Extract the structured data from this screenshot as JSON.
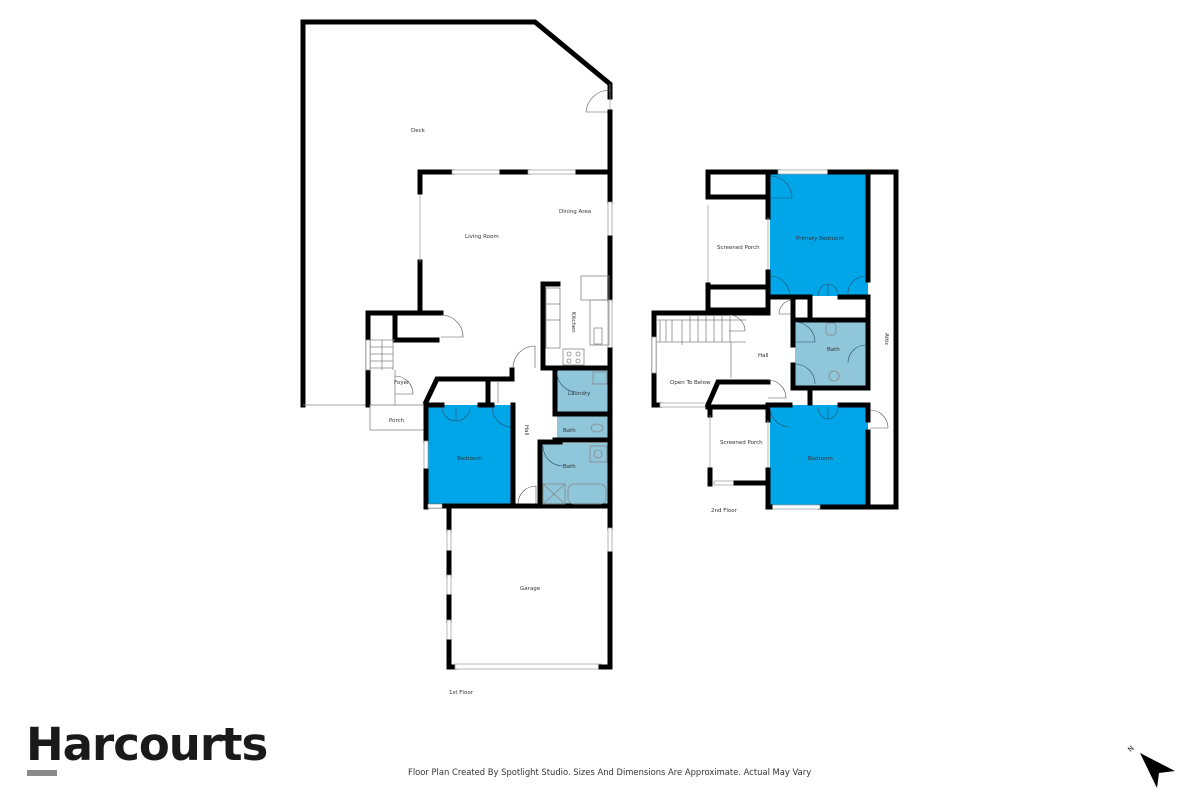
{
  "floorplan": {
    "floors": [
      {
        "label": "1st Floor",
        "rooms": [
          {
            "name": "Deck"
          },
          {
            "name": "Living Room"
          },
          {
            "name": "Dining Area"
          },
          {
            "name": "Kitchen"
          },
          {
            "name": "Foyer"
          },
          {
            "name": "Porch"
          },
          {
            "name": "Bedroom"
          },
          {
            "name": "Hall"
          },
          {
            "name": "Laundry"
          },
          {
            "name": "Bath"
          },
          {
            "name": "Bath"
          },
          {
            "name": "Garage"
          }
        ]
      },
      {
        "label": "2nd Floor",
        "rooms": [
          {
            "name": "Screened Porch"
          },
          {
            "name": "Primary Bedroom"
          },
          {
            "name": "Attic"
          },
          {
            "name": "Hall"
          },
          {
            "name": "Bath"
          },
          {
            "name": "Open To Below"
          },
          {
            "name": "Screened Porch"
          },
          {
            "name": "Bedroom"
          }
        ]
      }
    ],
    "colors": {
      "bedroom_fill": "#00a6e8",
      "wet_room_fill": "#8fc6da",
      "wall": "#000000"
    }
  },
  "branding": {
    "logo_text": "Harcourts",
    "logo_bar_color": "#8a8a8a"
  },
  "footer": {
    "disclaimer": "Floor Plan Created By Spotlight Studio. Sizes And Dimensions Are Approximate. Actual May Vary"
  },
  "compass": {
    "label": "N",
    "icon": "north-arrow-icon"
  }
}
